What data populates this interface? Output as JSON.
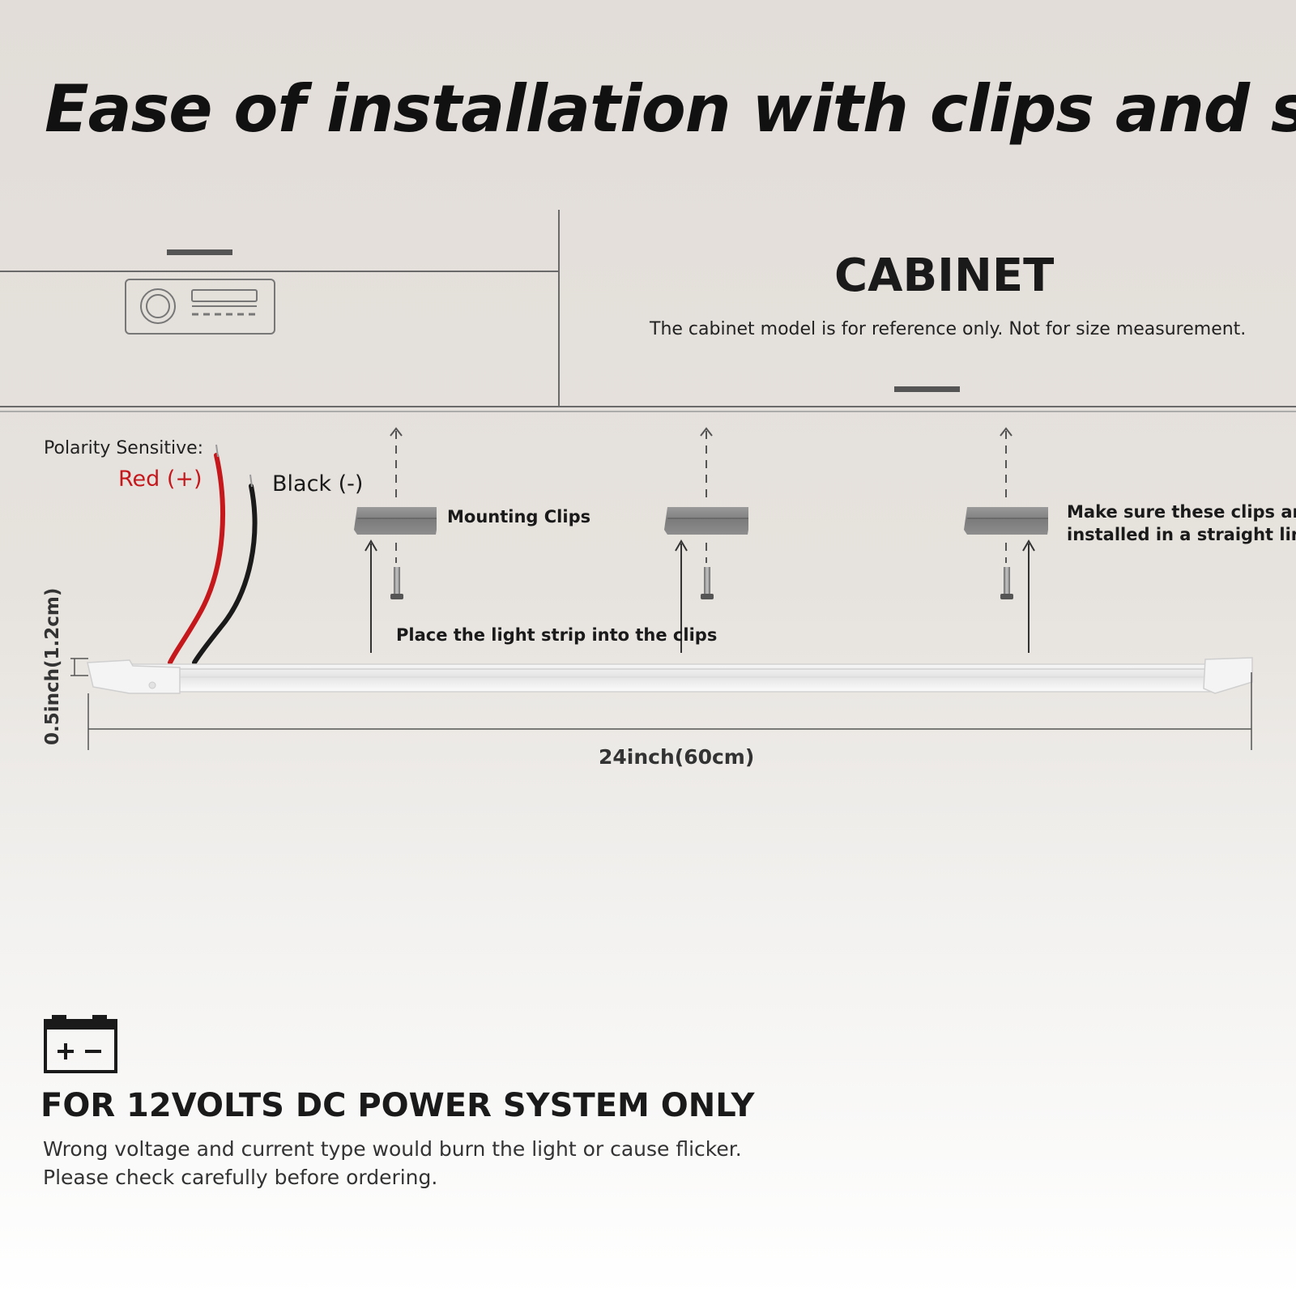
{
  "header": {
    "title": "Ease of installation with clips and screws"
  },
  "cabinet": {
    "label": "CABINET",
    "note": "The cabinet model is for reference only. Not for size measurement."
  },
  "wiring": {
    "polarity_label": "Polarity Sensitive:",
    "red_label": "Red (+)",
    "black_label": "Black (-)",
    "red_color": "#c5181d",
    "black_color": "#1a1a1a"
  },
  "installation": {
    "clips_label": "Mounting Clips",
    "straight_line_note": [
      "Make sure these clips are",
      "installed in a straight line"
    ],
    "place_label": "Place the light strip into the clips"
  },
  "dimensions": {
    "width": "24inch(60cm)",
    "height": "0.5inch(1.2cm)"
  },
  "power": {
    "icon": "battery-icon",
    "title": "FOR 12VOLTS DC POWER SYSTEM ONLY",
    "warning_line1": "Wrong voltage and current type would burn the light or cause flicker.",
    "warning_line2": "Please check carefully before ordering."
  }
}
